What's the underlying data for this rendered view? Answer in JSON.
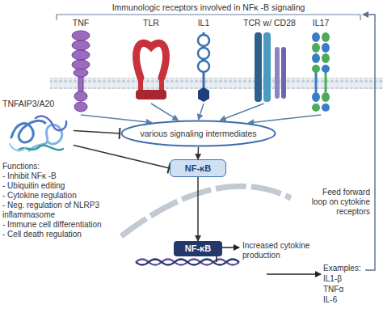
{
  "diagram": {
    "title": "Immunologic receptors involved in NFκ -B signaling",
    "nodes": [
      {
        "text": [
          "TNF"
        ]
      },
      {
        "text": [
          "TLR"
        ]
      },
      {
        "text": [
          "IL1"
        ]
      },
      {
        "text": [
          "TCR w/ CD28"
        ]
      },
      {
        "text": [
          "IL17"
        ]
      },
      {
        "text": [
          "various signaling intermediates"
        ]
      },
      {
        "text": [
          "NF-κB"
        ]
      },
      {
        "text": [
          "NF-κB"
        ]
      },
      {
        "text": [
          "TNFAIP3/A20"
        ]
      }
    ],
    "edges": [
      {
        "from": 0,
        "to": 5,
        "arrow": "to"
      },
      {
        "from": 1,
        "to": 5,
        "arrow": "to"
      },
      {
        "from": 2,
        "to": 5,
        "arrow": "to"
      },
      {
        "from": 3,
        "to": 5,
        "arrow": "to"
      },
      {
        "from": 4,
        "to": 5,
        "arrow": "to"
      },
      {
        "from": 8,
        "to": 5,
        "arrow": "to"
      },
      {
        "from": 8,
        "to": 6,
        "arrow": "to"
      },
      {
        "from": 5,
        "to": 6,
        "arrow": "to"
      },
      {
        "from": 6,
        "to": 7,
        "arrow": "to"
      }
    ],
    "labels": [
      "Functions:",
      "- Inhibit NFκ -B",
      "- Ubiquitin editing",
      "- Cytokine regulation",
      "- Neg. regulation of NLRP3 inflammasome",
      "- Immune cell differentiation",
      "- Cell death regulation",
      "Increased cytokine production",
      "Feed forward loop on cytokine receptors",
      "Examples:",
      "IL1-β",
      "TNFα",
      "IL-6"
    ]
  }
}
